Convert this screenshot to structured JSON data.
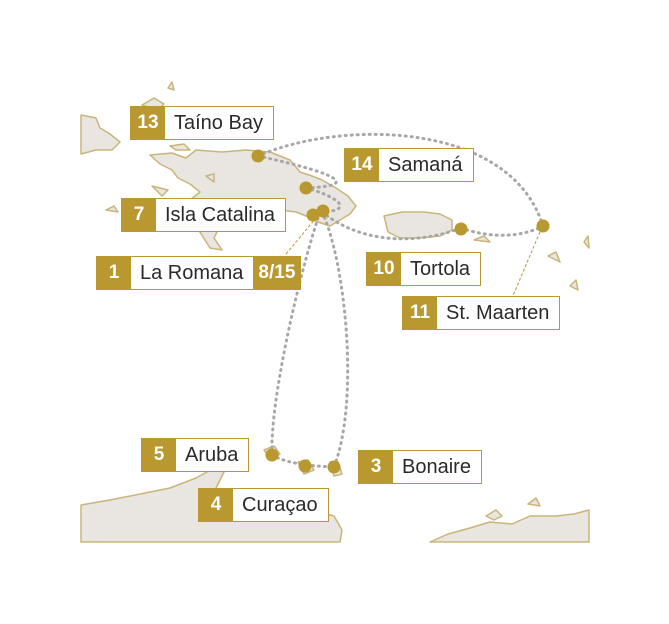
{
  "colors": {
    "accent": "#b8982f",
    "land": "#e9e5e0",
    "land_edge": "#c9b57a",
    "route": "#a7a7a7",
    "text": "#2a2a2a"
  },
  "stops": [
    {
      "num": "13",
      "name": "Taíno Bay"
    },
    {
      "num": "14",
      "name": "Samaná"
    },
    {
      "num": "7",
      "name": "Isla Catalina"
    },
    {
      "num": "1",
      "name": "La Romana",
      "num2": "8/15"
    },
    {
      "num": "10",
      "name": "Tortola"
    },
    {
      "num": "11",
      "name": "St. Maarten"
    },
    {
      "num": "5",
      "name": "Aruba"
    },
    {
      "num": "3",
      "name": "Bonaire"
    },
    {
      "num": "4",
      "name": "Curaçao"
    }
  ]
}
